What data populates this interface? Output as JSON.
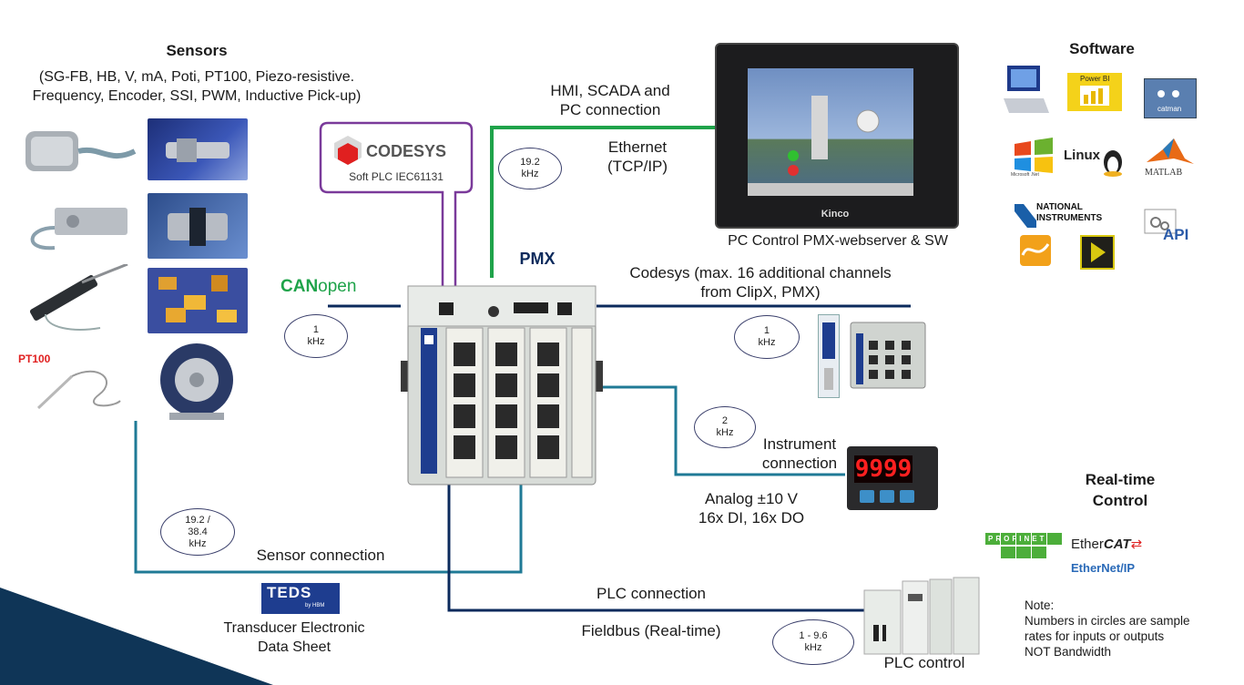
{
  "sensors": {
    "title": "Sensors",
    "desc_line1": "(SG-FB, HB, V, mA, Poti, PT100, Piezo-resistive.",
    "desc_line2": "Frequency, Encoder, SSI, PWM, Inductive Pick-up)",
    "pt100_label": "PT100"
  },
  "codesys": {
    "name": "CODESYS",
    "sub": "Soft PLC IEC61131"
  },
  "hmi": {
    "line1": "HMI, SCADA and",
    "line2": "PC connection"
  },
  "ethernet": {
    "line1": "Ethernet",
    "line2": "(TCP/IP)"
  },
  "screen": {
    "brand": "Kinco",
    "caption": "PC Control PMX-webserver & SW"
  },
  "software": {
    "title": "Software",
    "powerbi": "Power BI",
    "catman": "catman",
    "linux": "Linux",
    "matlab": "MATLAB",
    "ni1": "NATIONAL",
    "ni2": "INSTRUMENTS",
    "api": "API",
    "dotnet": "Microsoft .Net"
  },
  "pmx_label": "PMX",
  "canopen": {
    "bold": "CAN",
    "rest": "open"
  },
  "codesys_channels": {
    "line1": "Codesys (max. 16 additional channels",
    "line2": "from ClipX, PMX)"
  },
  "instrument": {
    "line1": "Instrument",
    "line2": "connection",
    "display": "9999"
  },
  "analog": {
    "line1": "Analog ±10 V",
    "line2": "16x DI, 16x DO"
  },
  "realtime": {
    "line1": "Real-time",
    "line2": "Control",
    "ethercat_a": "Ether",
    "ethercat_b": "CAT",
    "ethernetip": "EtherNet/IP",
    "profinet": "PROFINET"
  },
  "sensor_connection": "Sensor connection",
  "teds": {
    "logo": "TEDS",
    "logo_sub": "by HBM",
    "line1": "Transducer Electronic",
    "line2": "Data Sheet"
  },
  "plc_connection": "PLC connection",
  "fieldbus": "Fieldbus (Real-time)",
  "plc_control": "PLC control",
  "note": {
    "line1": "Note:",
    "line2": "Numbers in circles are sample",
    "line3": "rates for inputs or outputs",
    "line4": "NOT Bandwidth"
  },
  "rates": {
    "hmi": "19.2\nkHz",
    "canopen": "1\nkHz",
    "codesys": "1\nkHz",
    "instrument": "2\nkHz",
    "sensor": "19.2 /\n38.4\nkHz",
    "plc": "1 - 9.6\nkHz"
  },
  "colors": {
    "green": "#1fa34a",
    "navy": "#0b2a5c",
    "teal": "#1f7a96",
    "purple": "#7a3a9a",
    "corner": "#0f3557"
  }
}
